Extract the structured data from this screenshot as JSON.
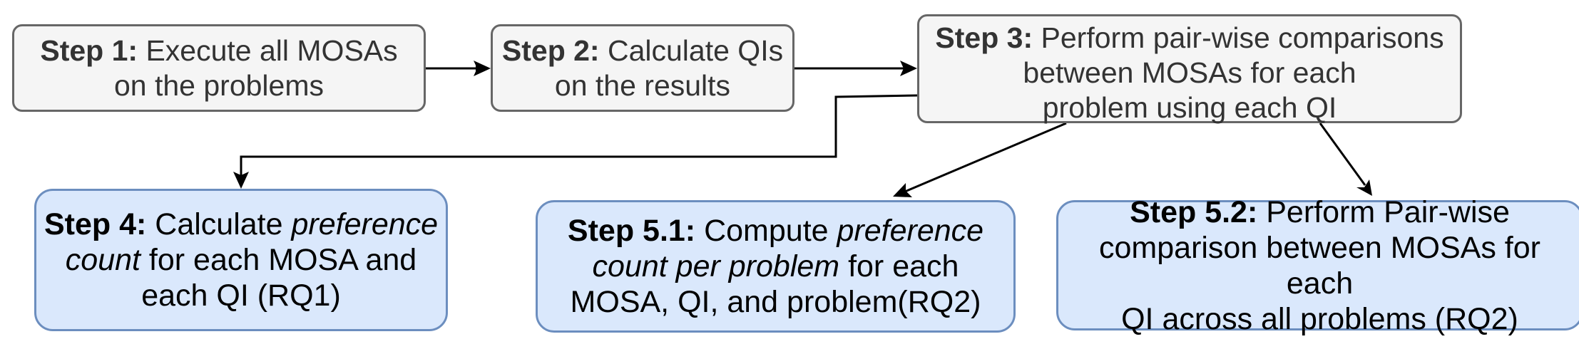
{
  "nodes": {
    "step1": {
      "bold": "Step 1:",
      "line1": " Execute all MOSAs",
      "line2": "on the problems"
    },
    "step2": {
      "bold": "Step 2:",
      "line1": " Calculate QIs",
      "line2": "on the results"
    },
    "step3": {
      "bold": "Step 3:",
      "line1": " Perform pair-wise comparisons",
      "line2": "between MOSAs for each",
      "line3": "problem using each QI"
    },
    "step4": {
      "bold": "Step 4:",
      "pre": " Calculate ",
      "ital1": "preference",
      "ital2": "count",
      "post2": " for each MOSA and",
      "line3": "each QI (RQ1)"
    },
    "step51": {
      "bold": "Step 5.1:",
      "pre": " Compute ",
      "ital1": "preference",
      "ital2": "count per problem",
      "post2": " for each",
      "line3": "MOSA, QI, and problem(RQ2)"
    },
    "step52": {
      "bold": "Step 5.2:",
      "line1": " Perform Pair-wise",
      "line2": "comparison between MOSAs for each",
      "line3": "QI across all problems (RQ2)"
    }
  },
  "colors": {
    "grey_fill": "#f5f5f5",
    "grey_stroke": "#666666",
    "blue_fill": "#dae8fc",
    "blue_stroke": "#6c8ebf",
    "edge": "#000000"
  }
}
